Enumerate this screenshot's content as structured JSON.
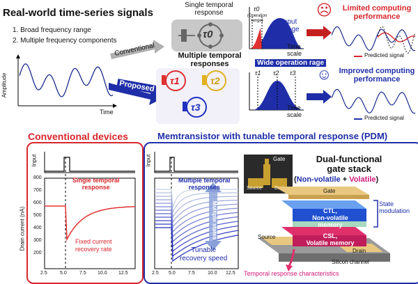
{
  "header": {
    "title": "Real-world time-series signals",
    "items": [
      "1.   Broad frequency range",
      "2.   Multiple frequency components"
    ]
  },
  "signal_panel": {
    "ylabel": "Amplitude",
    "xlabel": "Time"
  },
  "conventional_arrow": "Conventional",
  "proposed_arrow": "Proposed",
  "single_response": {
    "title_line1": "Single temporal",
    "title_line2": "response",
    "tau": "τ0"
  },
  "multi_response": {
    "title_line1": "Multiple temporal",
    "title_line2": "responses",
    "taus": [
      "τ1",
      "τ2",
      "τ3"
    ]
  },
  "dist_top": {
    "tau": "τ0",
    "note_line1": "(Operation",
    "note_line2": "range)",
    "label_line1": "Input",
    "label_line2": "range",
    "xlabel_line1": "Time",
    "xlabel_line2": "scale"
  },
  "dist_bottom": {
    "title": "Wide operation rage",
    "taus": [
      "τ1",
      "τ2",
      "τ3"
    ],
    "xlabel_line1": "Time",
    "xlabel_line2": "scale"
  },
  "outcome_top": {
    "face": "☹",
    "line1": "Limited computing",
    "line2": "performance",
    "legend": "Predicted signal",
    "color": "#d8262c"
  },
  "outcome_bottom": {
    "face": "☺",
    "line1": "Improved computing",
    "line2": "performance",
    "legend": "Predicted signal",
    "color": "#1f2ea8"
  },
  "conventional_devices": {
    "title": "Conventional devices",
    "input_label": "Input",
    "ylabel": "Drain current (nA)",
    "annot_line1": "Single temporal",
    "annot_line2": "response",
    "annot2_line1": "Fixed current",
    "annot2_line2": "recovery rate",
    "yticks": [
      "200",
      "300",
      "400",
      "500",
      "600",
      "700",
      "800"
    ],
    "xticks": [
      "2.5",
      "5.0",
      "7.5",
      "10.0",
      "12.5"
    ]
  },
  "pdm": {
    "title": "Memtransistor with tunable temporal response (PDM)",
    "input_label": "Input",
    "annot_line1": "Multiple temporal",
    "annot_line2": "responses",
    "states_label": "Multiple states",
    "annot2_line1": "Tunable",
    "annot2_line2": "recovery speed",
    "xticks": [
      "2.5",
      "5.0",
      "7.5",
      "10.0",
      "12.5"
    ]
  },
  "gate_stack": {
    "photo_gate": "Gate",
    "photo_source": "Source",
    "photo_drain": "Drain",
    "title_line1": "Dual-functional",
    "title_line2": "gate stack",
    "nonvolatile": "Non-volatile",
    "plus": "+",
    "volatile": "Volatile",
    "gate_layer": "Gate",
    "ctl_line1": "CTL,",
    "ctl_line2": "Non-volatile",
    "ctl_line3": "memory",
    "csl_line1": "CSL,",
    "csl_line2": "Volatile memory",
    "source": "Source",
    "drain": "Drain",
    "channel": "Silicon channel",
    "state_modulation_line1": "State",
    "state_modulation_line2": "modulation",
    "bottom_note": "Temporal response characteristics"
  }
}
